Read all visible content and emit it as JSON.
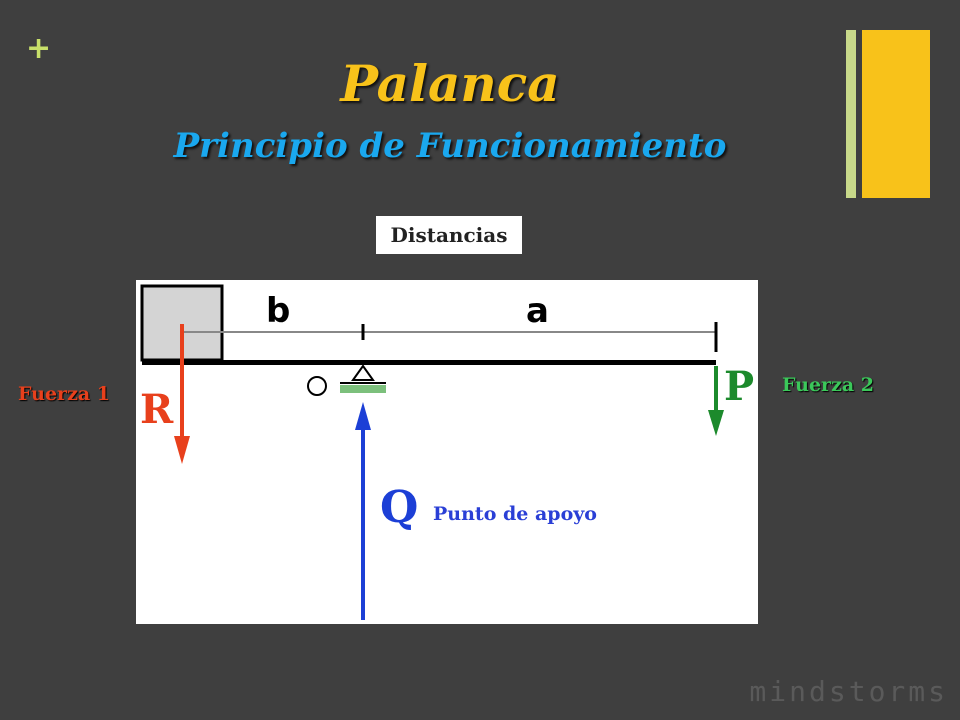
{
  "slide": {
    "plus": "+",
    "title": "Palanca",
    "subtitle": "Principio de Funcionamiento",
    "distances_box": "Distancias",
    "logo": "mindstorms"
  },
  "diagram": {
    "label_b": "b",
    "label_a": "a",
    "label_R": "R",
    "label_P": "P",
    "label_Q": "Q",
    "force1": "Fuerza 1",
    "force2": "Fuerza 2",
    "fulcrum": "Punto de apoyo"
  },
  "colors": {
    "background": "#3f3f3f",
    "title": "#f8c21a",
    "subtitle": "#1aa8ef",
    "force1": "#e8401c",
    "force2": "#3bc85a",
    "fulcrum_text": "#2a3fd6",
    "arrow_R": "#e8401c",
    "arrow_P": "#1c8a2c",
    "arrow_Q": "#1c3fd6"
  }
}
